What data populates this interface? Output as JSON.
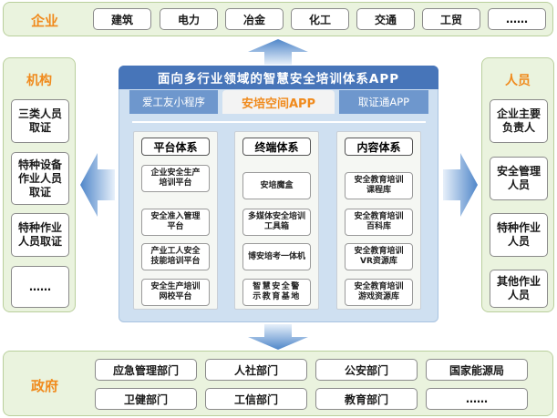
{
  "top": {
    "label": "企业",
    "items": [
      "建筑",
      "电力",
      "冶金",
      "化工",
      "交通",
      "工贸",
      "……"
    ]
  },
  "left": {
    "label": "机构",
    "items": [
      "三类人员\n取证",
      "特种设备\n作业人员\n取证",
      "特种作业\n人员取证",
      "……"
    ]
  },
  "right": {
    "label": "人员",
    "items": [
      "企业主要\n负责人",
      "安全管理\n人员",
      "特种作业\n人员",
      "其他作业\n人员"
    ]
  },
  "bottom": {
    "label": "政府",
    "row1": [
      "应急管理部门",
      "人社部门",
      "公安部门",
      "国家能源局"
    ],
    "row2": [
      "卫健部门",
      "工信部门",
      "教育部门",
      "……"
    ]
  },
  "center": {
    "title": "面向多行业领域的智慧安全培训体系APP",
    "tabs": [
      "爱工友小程序",
      "安培空间APP",
      "取证通APP"
    ],
    "columns": [
      {
        "title": "平台体系",
        "items": [
          "企业安全生产\n培训平台",
          "安全准入管理\n平台",
          "产业工人安全\n技能培训平台",
          "安全生产培训\n网校平台"
        ]
      },
      {
        "title": "终端体系",
        "items": [
          "安培魔盒",
          "多媒体安全培训\n工具箱",
          "博安培考一体机",
          "智慧安全警\n示教育基地"
        ]
      },
      {
        "title": "内容体系",
        "items": [
          "安全教育培训\n课程库",
          "安全教育培训\n百科库",
          "安全教育培训\nVR资源库",
          "安全教育培训\n游戏资源库"
        ]
      }
    ]
  },
  "colors": {
    "accent_orange": "#f08a1c",
    "title_blue": "#4775b9",
    "panel_green": "#eaf3de",
    "arrow_blue": "#5b8fcf"
  }
}
